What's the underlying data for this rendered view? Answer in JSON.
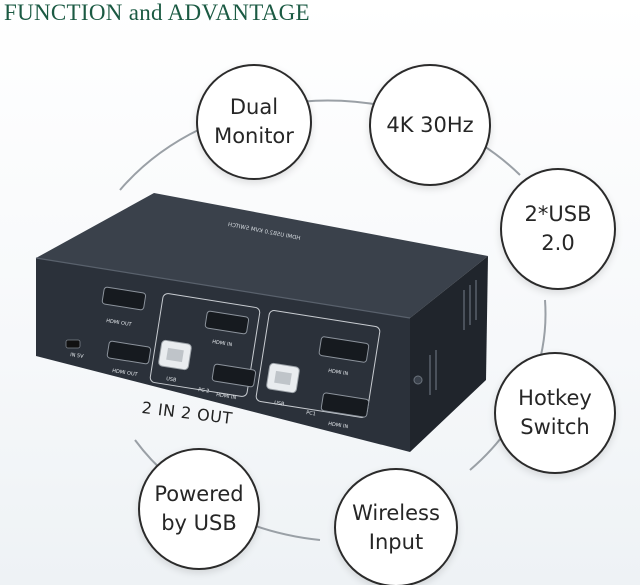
{
  "header": {
    "title": "FUNCTION and ADVANTAGE"
  },
  "features": [
    {
      "label": "Dual\nMonitor"
    },
    {
      "label": "4K 30Hz"
    },
    {
      "label": "2*USB\n2.0"
    },
    {
      "label": "Hotkey\nSwitch"
    },
    {
      "label": "Wireless\nInput"
    },
    {
      "label": "Powered\nby USB"
    }
  ],
  "device": {
    "top_label": "HDMI USB2.0 KVM SWITCH",
    "hdmi_out_label": "HDMI OUT",
    "power_label": "IN 5V",
    "usb_label": "USB",
    "hdmi_in_label": "HDMI IN",
    "pc2_label": "PC 2",
    "pc1_label": "PC1",
    "port_count": "2 IN 2 OUT"
  },
  "colors": {
    "title": "#1b5a43",
    "device_body": "#2b313a",
    "device_top": "#3a414b",
    "circle_border": "#2b2b2b"
  }
}
